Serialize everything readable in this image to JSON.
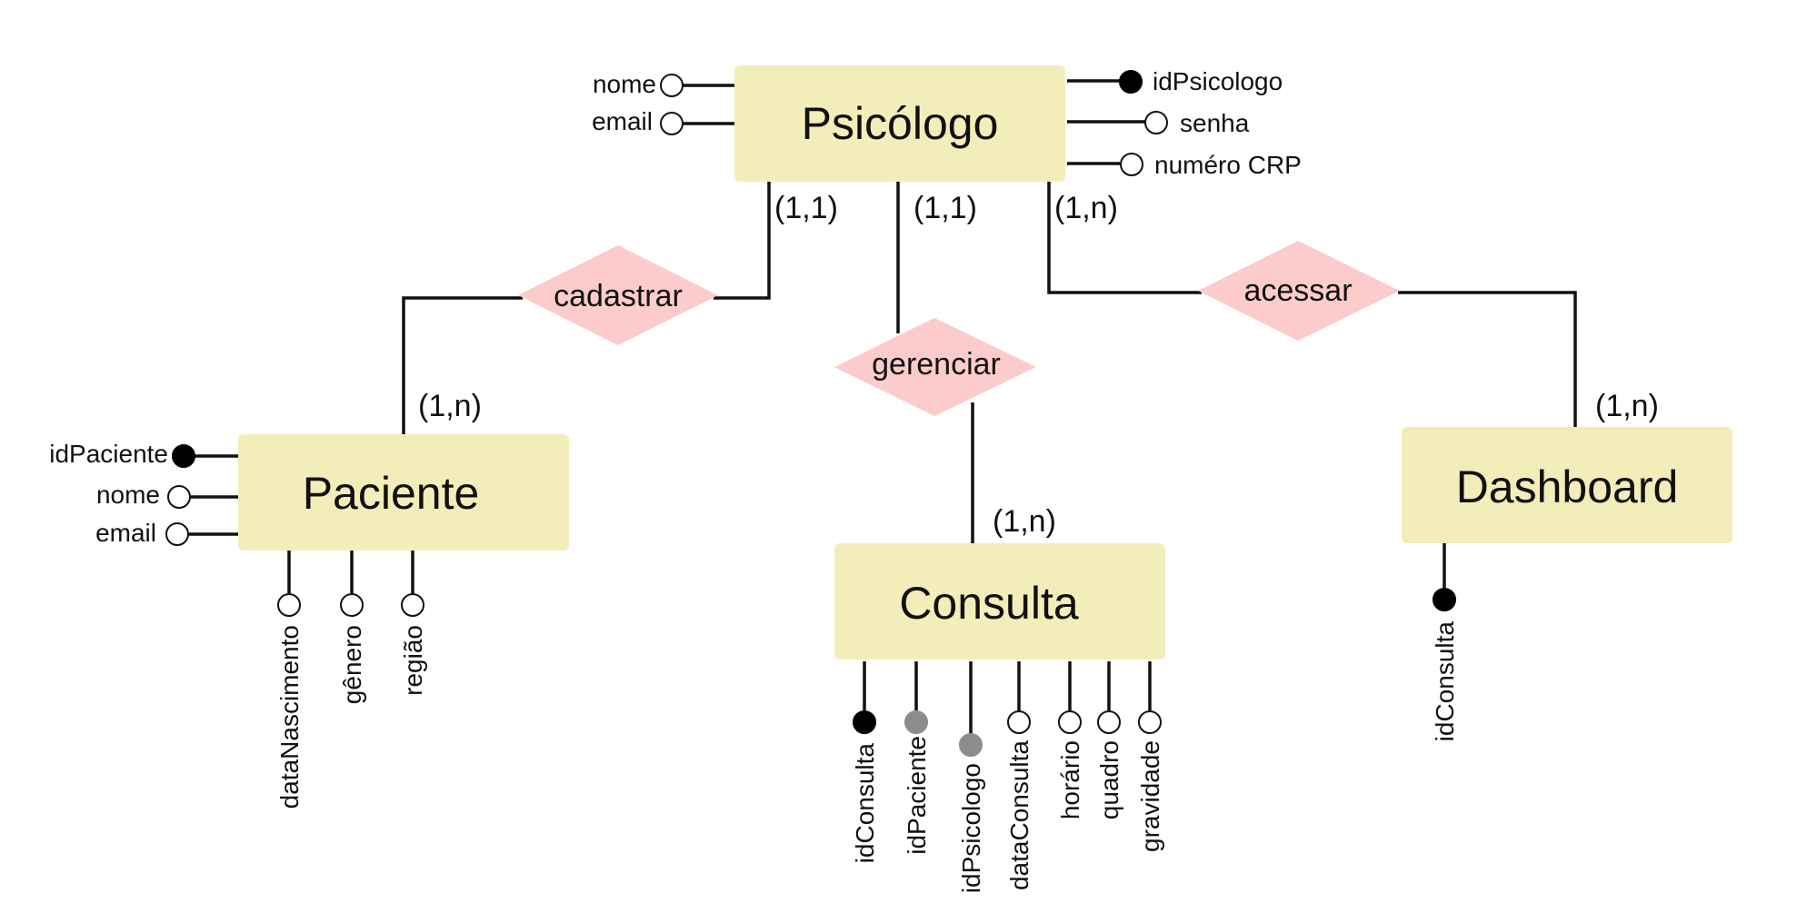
{
  "colors": {
    "entity_fill": "#f3edb9",
    "relationship_fill": "#fccccc",
    "line": "#111111",
    "key_attribute": "#000000",
    "foreign_key_attribute": "#8c8c8c",
    "attribute": "#ffffff"
  },
  "entities": {
    "psicologo": "Psicólogo",
    "paciente": "Paciente",
    "consulta": "Consulta",
    "dashboard": "Dashboard"
  },
  "relationships": {
    "cadastrar": "cadastrar",
    "gerenciar": "gerenciar",
    "acessar": "acessar"
  },
  "cardinalities": {
    "psicologo_cadastrar": "(1,1)",
    "psicologo_gerenciar": "(1,1)",
    "psicologo_acessar": "(1,n)",
    "paciente_cadastrar": "(1,n)",
    "consulta_gerenciar": "(1,n)",
    "dashboard_acessar": "(1,n)"
  },
  "attributes": {
    "psicologo": {
      "nome": "nome",
      "email": "email",
      "idPsicologo": "idPsicologo",
      "senha": "senha",
      "numero_crp": "numéro CRP"
    },
    "paciente": {
      "idPaciente": "idPaciente",
      "nome": "nome",
      "email": "email",
      "dataNascimento": "dataNascimento",
      "genero": "gênero",
      "regiao": "região"
    },
    "consulta": {
      "idConsulta": "idConsulta",
      "idPaciente": "idPaciente",
      "idPsicologo": "idPsicologo",
      "dataConsulta": "dataConsulta",
      "horario": "horário",
      "quadro": "quadro",
      "gravidade": "gravidade"
    },
    "dashboard": {
      "idConsulta": "idConsulta"
    }
  }
}
